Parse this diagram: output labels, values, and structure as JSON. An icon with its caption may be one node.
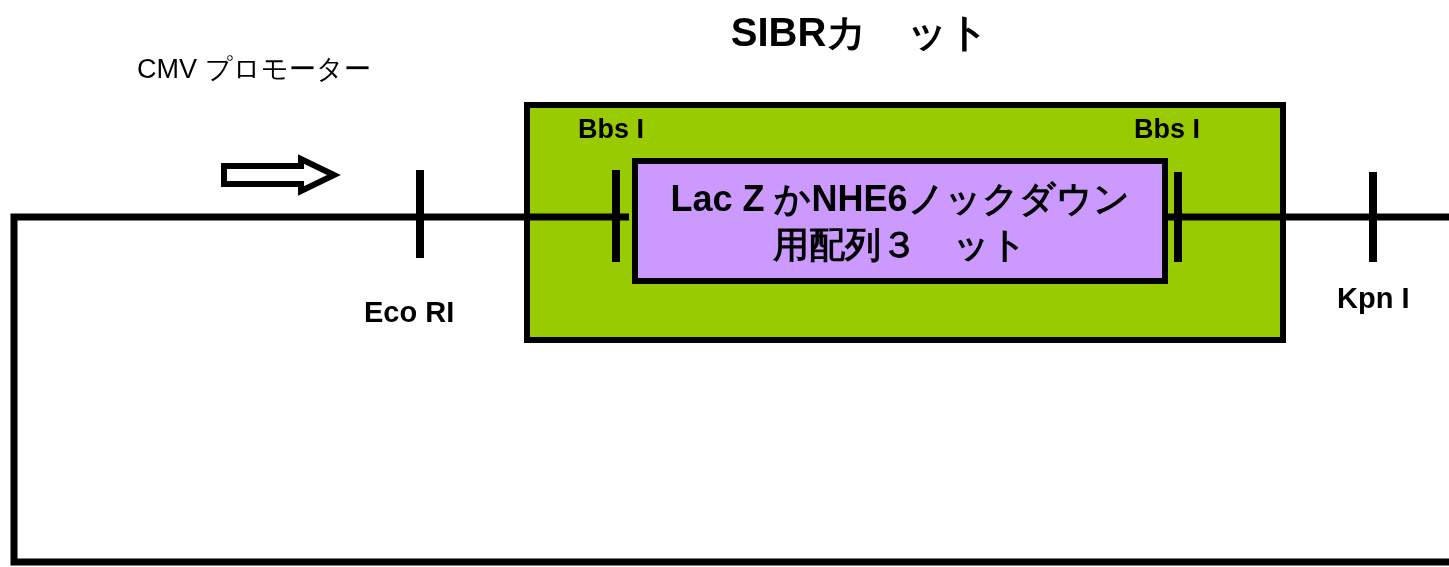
{
  "diagram": {
    "title": "SIBRカ　ット",
    "nodes": [
      {
        "text": [
          "Bbs I",
          "Bbs I"
        ]
      },
      {
        "text": [
          "Lac Z かNHE6ノックダウン用配列３　ット"
        ],
        "in": 0
      }
    ],
    "labels": [
      "CMV プロモーター",
      "Eco RI",
      "Kpn I"
    ]
  }
}
